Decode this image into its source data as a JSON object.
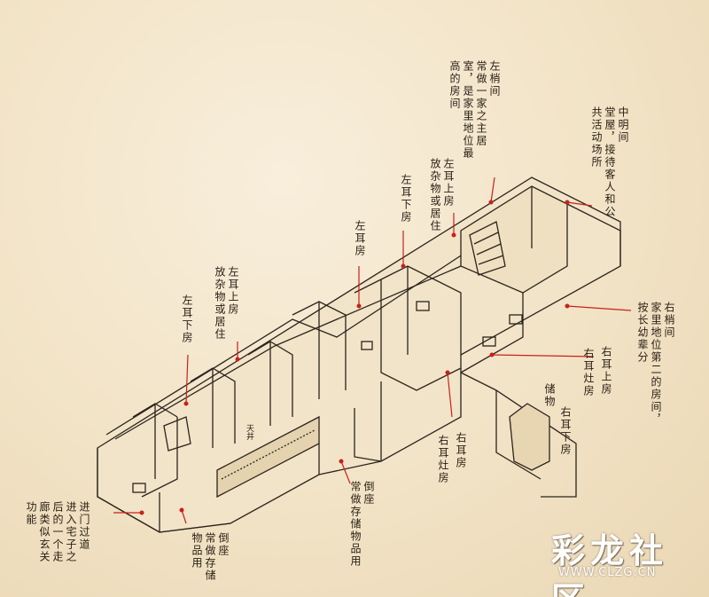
{
  "labels": {
    "left_shaojian": "左梢间\n常做一家之主居\n室，是家里地位最\n高的房间",
    "zhongmingjian": "中明间\n堂屋，接待客人和公\n共活动场所",
    "left_er_shang_a": "左耳上房\n放杂物或居住",
    "left_er_xia_a": "左耳下房",
    "left_er_a": "左耳房",
    "left_er_shang_b": "左耳上房\n放杂物或居住",
    "left_er_xia_b": "左耳下房",
    "right_shaojian": "右梢间\n家里地位第二的房间，\n按长幼辈分",
    "right_er_shang": "右耳上房",
    "right_zao": "右耳灶房",
    "storage": "储物",
    "right_er_xia": "右耳下房",
    "right_room": "右耳房",
    "right_zao_b": "右耳灶房",
    "daozuo_a": "倒座\n常做存储物品用",
    "daozuo_b": "倒座\n常做存储\n物品用",
    "entrance": "进门过道\n进入宅子之\n后的一个走\n廊类似玄关\n功能",
    "tianjing": "天井"
  },
  "watermark": {
    "text": "彩龙社区",
    "url": "WWW.CLZG.CN"
  },
  "colors": {
    "line": "#2b241c",
    "accent": "#c8201c",
    "paper": "#f3e6cc"
  }
}
